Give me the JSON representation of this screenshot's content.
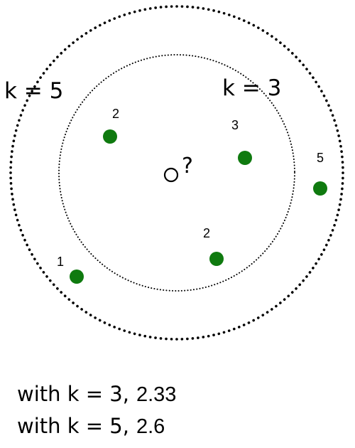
{
  "labels": {
    "outer_k": "k = 5",
    "inner_k": "k = 3",
    "query": "?"
  },
  "points": [
    {
      "id": "p1",
      "label": "2",
      "color": "#0f7a0f"
    },
    {
      "id": "p2",
      "label": "3",
      "color": "#0f7a0f"
    },
    {
      "id": "p3",
      "label": "5",
      "color": "#0f7a0f"
    },
    {
      "id": "p4",
      "label": "2",
      "color": "#0f7a0f"
    },
    {
      "id": "p5",
      "label": "1",
      "color": "#0f7a0f"
    }
  ],
  "results": [
    {
      "prefix": "with k = 3,",
      "value": "2.33"
    },
    {
      "prefix": "with k = 5,",
      "value": "2.6"
    }
  ],
  "colors": {
    "point": "#0f7a0f",
    "circle": "#000000",
    "text": "#000000"
  }
}
